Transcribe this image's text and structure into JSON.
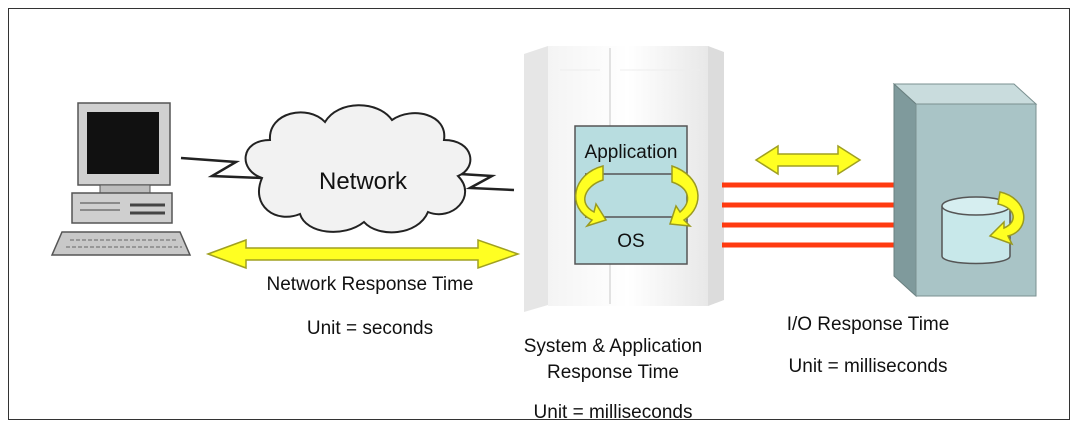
{
  "labels": {
    "network": "Network",
    "application": "Application",
    "os": "OS",
    "network_response_time": "Network Response Time",
    "network_unit": "Unit = seconds",
    "system_response_time_line1": "System & Application",
    "system_response_time_line2": "Response Time",
    "system_unit": "Unit = milliseconds",
    "io_response_time": "I/O Response Time",
    "io_unit": "Unit = milliseconds"
  },
  "colors": {
    "arrow_fill": "#ffff22",
    "arrow_stroke": "#a0a020",
    "io_lines": "#ff3a10",
    "app_box": "#b8dde0",
    "storage_box": "#a9c4c6",
    "disk": "#c8e8ea"
  },
  "icons": [
    "computer-icon",
    "cloud-icon",
    "mainframe-icon",
    "storage-array-icon",
    "disk-icon"
  ]
}
